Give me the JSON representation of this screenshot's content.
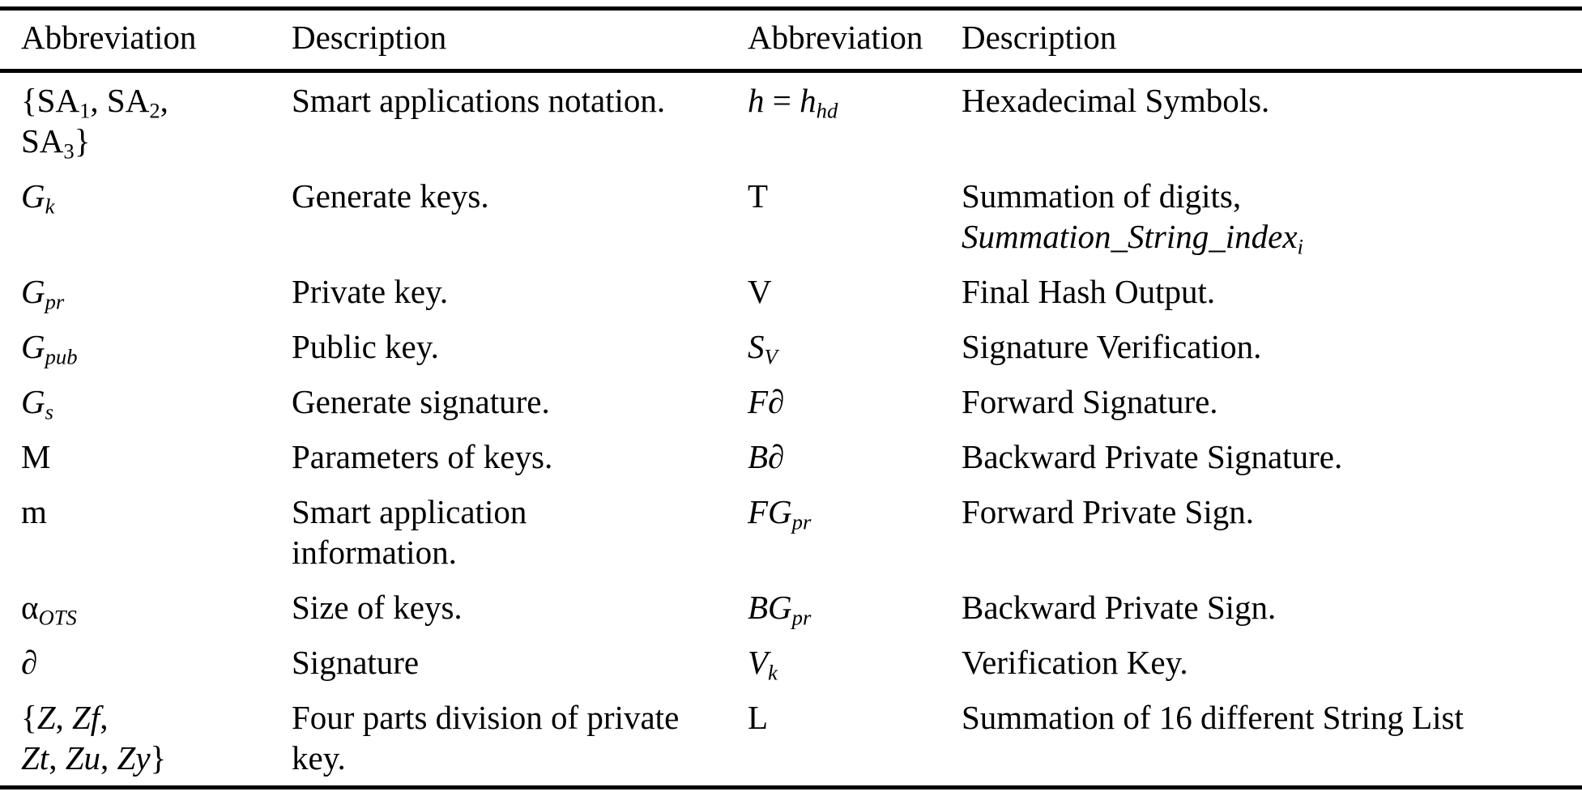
{
  "page": {
    "background_color": "#ffffff",
    "text_color": "#000000",
    "rule_color": "#000000"
  },
  "table": {
    "headers": [
      {
        "label": "Abbreviation"
      },
      {
        "label": "Description"
      },
      {
        "label": "Abbreviation"
      },
      {
        "label": "Description"
      }
    ],
    "rows": [
      {
        "abbr1": [
          [
            {
              "t": "{SA"
            },
            {
              "t": "1",
              "s": true
            },
            {
              "t": ", SA"
            },
            {
              "t": "2",
              "s": true
            },
            {
              "t": ","
            }
          ],
          [
            {
              "t": "SA"
            },
            {
              "t": "3",
              "s": true
            },
            {
              "t": "}"
            }
          ]
        ],
        "desc1": [
          [
            {
              "t": "Smart applications notation."
            }
          ]
        ],
        "abbr2": [
          [
            {
              "t": "h",
              "i": true
            },
            {
              "t": " = "
            },
            {
              "t": "h",
              "i": true
            },
            {
              "t": "hd",
              "i": true,
              "s": true
            }
          ]
        ],
        "desc2": [
          [
            {
              "t": "Hexadecimal Symbols."
            }
          ]
        ]
      },
      {
        "abbr1": [
          [
            {
              "t": "G",
              "i": true
            },
            {
              "t": "k",
              "i": true,
              "s": true
            }
          ]
        ],
        "desc1": [
          [
            {
              "t": "Generate keys."
            }
          ]
        ],
        "abbr2": [
          [
            {
              "t": "T"
            }
          ]
        ],
        "desc2": [
          [
            {
              "t": "Summation of digits,"
            }
          ],
          [
            {
              "t": "Summation_String_index",
              "i": true
            },
            {
              "t": "i",
              "i": true,
              "s": true
            }
          ]
        ]
      },
      {
        "abbr1": [
          [
            {
              "t": "G",
              "i": true
            },
            {
              "t": "pr",
              "i": true,
              "s": true
            }
          ]
        ],
        "desc1": [
          [
            {
              "t": "Private key."
            }
          ]
        ],
        "abbr2": [
          [
            {
              "t": "V"
            }
          ]
        ],
        "desc2": [
          [
            {
              "t": "Final Hash Output."
            }
          ]
        ]
      },
      {
        "abbr1": [
          [
            {
              "t": "G",
              "i": true
            },
            {
              "t": "pub",
              "i": true,
              "s": true
            }
          ]
        ],
        "desc1": [
          [
            {
              "t": "Public key."
            }
          ]
        ],
        "abbr2": [
          [
            {
              "t": "S",
              "i": true
            },
            {
              "t": "V",
              "i": true,
              "s": true
            }
          ]
        ],
        "desc2": [
          [
            {
              "t": "Signature Verification."
            }
          ]
        ]
      },
      {
        "abbr1": [
          [
            {
              "t": "G",
              "i": true
            },
            {
              "t": "s",
              "i": true,
              "s": true
            }
          ]
        ],
        "desc1": [
          [
            {
              "t": "Generate signature."
            }
          ]
        ],
        "abbr2": [
          [
            {
              "t": "F",
              "i": true
            },
            {
              "t": "∂"
            }
          ]
        ],
        "desc2": [
          [
            {
              "t": "Forward Signature."
            }
          ]
        ]
      },
      {
        "abbr1": [
          [
            {
              "t": "M"
            }
          ]
        ],
        "desc1": [
          [
            {
              "t": "Parameters of keys."
            }
          ]
        ],
        "abbr2": [
          [
            {
              "t": "B",
              "i": true
            },
            {
              "t": "∂"
            }
          ]
        ],
        "desc2": [
          [
            {
              "t": "Backward Private Signature."
            }
          ]
        ]
      },
      {
        "abbr1": [
          [
            {
              "t": "m"
            }
          ]
        ],
        "desc1": [
          [
            {
              "t": "Smart application"
            }
          ],
          [
            {
              "t": "information."
            }
          ]
        ],
        "abbr2": [
          [
            {
              "t": "FG",
              "i": true
            },
            {
              "t": "pr",
              "i": true,
              "s": true
            }
          ]
        ],
        "desc2": [
          [
            {
              "t": "Forward Private Sign."
            }
          ]
        ]
      },
      {
        "abbr1": [
          [
            {
              "t": "α"
            },
            {
              "t": "OTS",
              "i": true,
              "s": true
            }
          ]
        ],
        "desc1": [
          [
            {
              "t": "Size of keys."
            }
          ]
        ],
        "abbr2": [
          [
            {
              "t": "BG",
              "i": true
            },
            {
              "t": "pr",
              "i": true,
              "s": true
            }
          ]
        ],
        "desc2": [
          [
            {
              "t": "Backward Private Sign."
            }
          ]
        ]
      },
      {
        "abbr1": [
          [
            {
              "t": "∂"
            }
          ]
        ],
        "desc1": [
          [
            {
              "t": "Signature"
            }
          ]
        ],
        "abbr2": [
          [
            {
              "t": "V",
              "i": true
            },
            {
              "t": "k",
              "i": true,
              "s": true
            }
          ]
        ],
        "desc2": [
          [
            {
              "t": "Verification Key."
            }
          ]
        ]
      },
      {
        "abbr1": [
          [
            {
              "t": "{"
            },
            {
              "t": "Z",
              "i": true
            },
            {
              "t": ", "
            },
            {
              "t": "Zf",
              "i": true
            },
            {
              "t": ","
            }
          ],
          [
            {
              "t": "Zt",
              "i": true
            },
            {
              "t": ", "
            },
            {
              "t": "Zu",
              "i": true
            },
            {
              "t": ", "
            },
            {
              "t": "Zy",
              "i": true
            },
            {
              "t": "}"
            }
          ]
        ],
        "desc1": [
          [
            {
              "t": "Four parts division of private"
            }
          ],
          [
            {
              "t": "key."
            }
          ]
        ],
        "abbr2": [
          [
            {
              "t": "L"
            }
          ]
        ],
        "desc2": [
          [
            {
              "t": "Summation of 16 different String List"
            }
          ]
        ]
      }
    ]
  }
}
